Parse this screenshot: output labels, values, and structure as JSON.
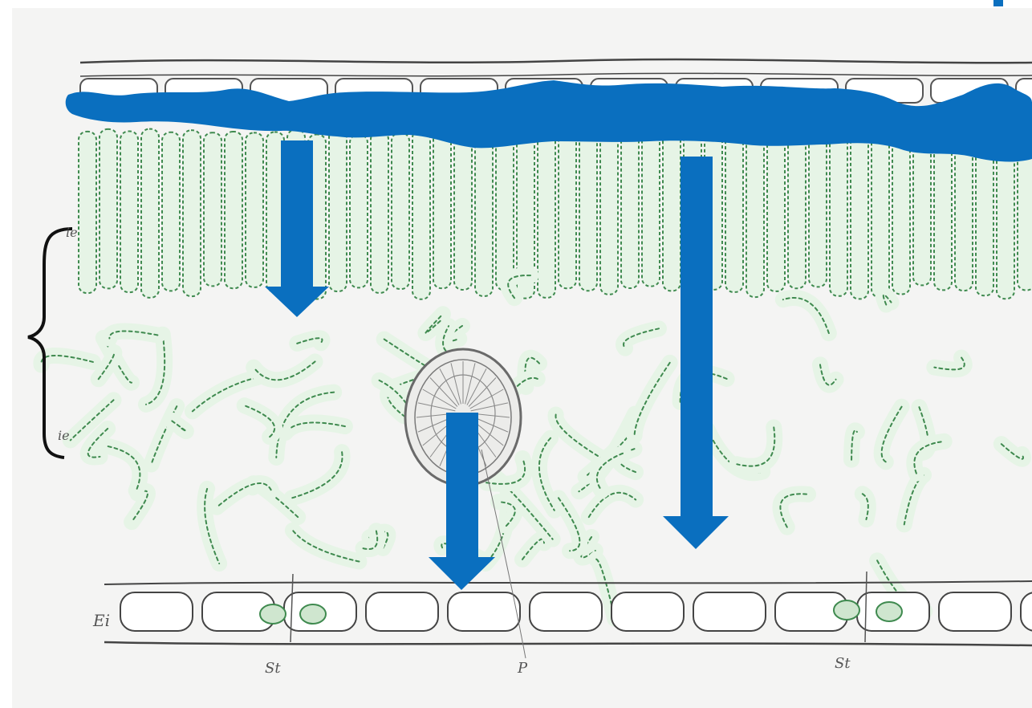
{
  "figure": {
    "labels": {
      "upper_brace": "ie",
      "lower_brace": "ie",
      "lower_epidermis": "Ei",
      "stoma_left": "St",
      "phloem": "P",
      "stoma_right": "St"
    }
  },
  "colors": {
    "background": "#ffffff",
    "plate": "#f4f4f3",
    "cell_outline": "#555555",
    "chloroplast": "#3f8a4f",
    "cell_fill": "#e6f4e6",
    "overlay_blue": "#0a6fbf"
  },
  "icons": {
    "arrows": [
      "arrow-down-icon",
      "arrow-down-icon",
      "arrow-down-icon"
    ]
  }
}
